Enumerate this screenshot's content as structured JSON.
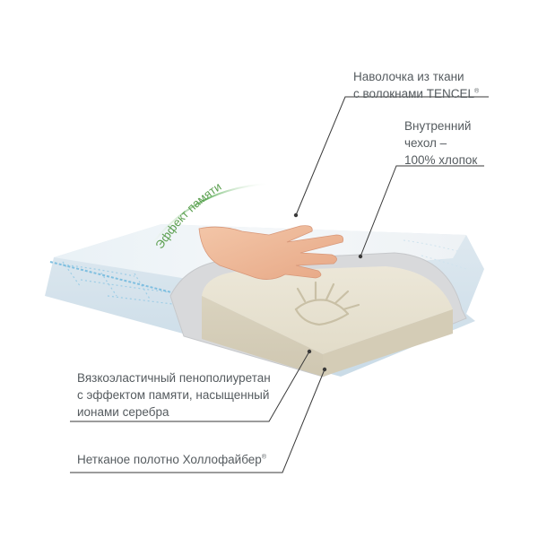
{
  "labels": {
    "cover_line1": "Наволочка из ткани",
    "cover_line2": "с волокнами TENCEL",
    "cover_mark": "®",
    "inner_line1": "Внутренний",
    "inner_line2": "чехол –",
    "inner_line3": "100% хлопок",
    "foam_line1": "Вязкоэластичный пенополиуретан",
    "foam_line2": "с эффектом памяти, насыщенный",
    "foam_line3": "ионами серебра",
    "fiber_line1": "Нетканое полотно Холлофайбер",
    "fiber_mark": "®",
    "memory_effect": "Эффект памяти"
  },
  "colors": {
    "label_text": "#555b5f",
    "leader_line": "#3a3a3a",
    "memory_arc": "#5aa65a",
    "cover_fabric": "#eef3f6",
    "cover_stitch": "#9ecde6",
    "foam": "#e6e0cf",
    "inner_cotton": "#d9dadc"
  },
  "icons": [
    "hand-image",
    "handprint-image"
  ]
}
